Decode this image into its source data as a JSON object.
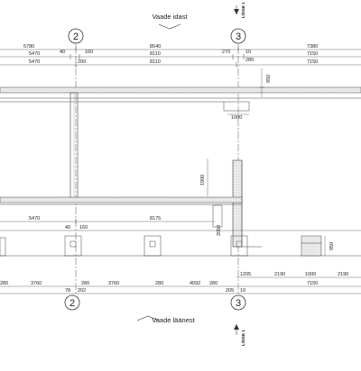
{
  "views": {
    "top": "Vaade idast",
    "bottom": "Vaade läänest"
  },
  "section_label": "LÕIGE 1",
  "axes": {
    "left": "2",
    "right": "3"
  },
  "dimensions": {
    "top_row1": [
      "5780",
      "8540",
      "7380"
    ],
    "top_row2": [
      "5470",
      "40",
      "160",
      "8110",
      "270",
      "10",
      "7150"
    ],
    "top_row3": [
      "5470",
      "200",
      "8110",
      "280",
      "7150"
    ],
    "vertical_950": "950",
    "opening_1000": "1000",
    "vertical_1900": "1900",
    "mid_row": [
      "5470",
      "8175"
    ],
    "mid_row_small": [
      "40",
      "160"
    ],
    "vertical_2050": "2050",
    "vertical_950_right": "950",
    "bottom_row_right": [
      "1205",
      "2190",
      "1000",
      "2190"
    ],
    "bottom_row": [
      "280",
      "3760",
      "280",
      "3760",
      "280",
      "4092",
      "280",
      "7150"
    ],
    "bottom_small": [
      "78",
      "202",
      "205",
      "10"
    ]
  }
}
